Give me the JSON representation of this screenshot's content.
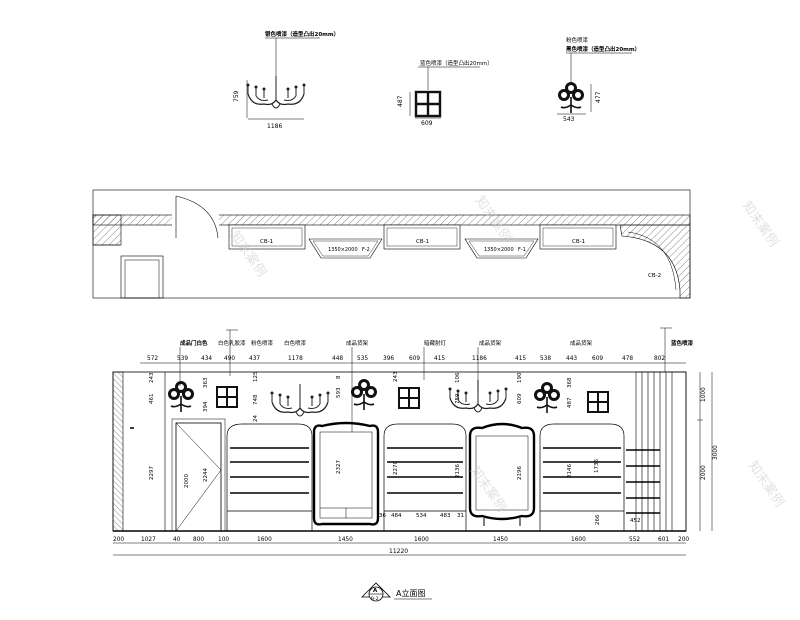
{
  "details": {
    "chandelier": {
      "label": "银色喷漆（造型凸出20mm）",
      "width": "1186",
      "height": "759"
    },
    "window": {
      "label": "蓝色喷漆（造型凸出20mm）",
      "width": "609",
      "height": "487"
    },
    "flower": {
      "label_top": "粉色喷漆",
      "label": "黑色喷漆（造型凸出20mm）",
      "width": "543",
      "height": "477"
    }
  },
  "plan": {
    "labels": [
      "CB-1",
      "1350×2000",
      "F-2",
      "CB-1",
      "1350×2000",
      "F-1",
      "CB-1",
      "CB-2"
    ]
  },
  "elevation": {
    "notes": [
      "成品门白色",
      "白色乳胶漆",
      "粉色喷漆",
      "白色喷漆",
      "成品货架",
      "暗藏射灯",
      "成品货架",
      "成品货架",
      "蓝色喷漆"
    ],
    "top_dims": [
      "572",
      "539",
      "434",
      "490",
      "437",
      "1178",
      "448",
      "535",
      "396",
      "609",
      "415",
      "1186",
      "415",
      "538",
      "443",
      "609",
      "478",
      "802"
    ],
    "bottom_dims": [
      "200",
      "1027",
      "40",
      "800",
      "100",
      "1600",
      "1450",
      "1600",
      "1450",
      "1600",
      "552",
      "601",
      "200"
    ],
    "total_dim": "11220",
    "vertical_dims": [
      "461",
      "243",
      "394",
      "363",
      "748",
      "125",
      "24",
      "2297",
      "2000",
      "2244",
      "593",
      "8",
      "2327",
      "243",
      "2270",
      "106",
      "759",
      "2136",
      "190",
      "609",
      "2196",
      "487",
      "368",
      "2146",
      "1736",
      "266",
      "452"
    ],
    "inner_dims": [
      "36",
      "484",
      "534",
      "483",
      "31"
    ],
    "right_dims": [
      "1000",
      "2000",
      "3000"
    ]
  },
  "section_marker": {
    "top": "A",
    "bottom": "B-2"
  },
  "title": "A立面图",
  "watermark": "知末案例"
}
